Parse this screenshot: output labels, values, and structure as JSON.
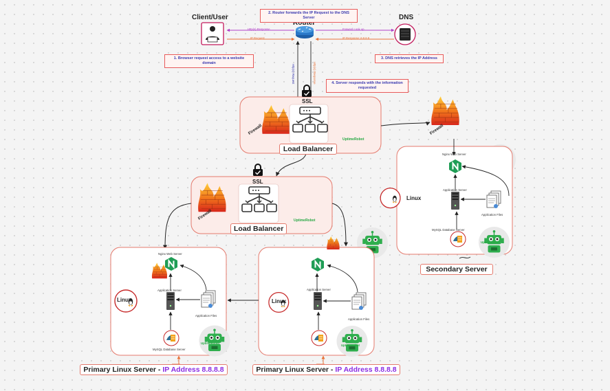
{
  "nodes": {
    "client": "Client/User",
    "router": "Router",
    "dns": "DNS",
    "ssl": "SSL",
    "load_balancer": "Load Balancer",
    "firewall": "Firewall",
    "uptime_robot": "UptimeRobot",
    "nginx": "Nginx Web Server",
    "app_server": "Application Server",
    "app_files": "Application Files",
    "mysql": "MySQL Database Server",
    "linux": "Linux"
  },
  "steps": {
    "step1": "1. Browser request access to a website domain",
    "step2": "2. Router forwards the IP Request to the DNS Server",
    "step3": "3. DNS retrieves the IP Address",
    "step4": "4. Server responds with the information requested"
  },
  "arrows": {
    "http_response": "Http(s) Response",
    "ip_request": "IP Request",
    "forward_look_up": "Forward Look up",
    "ip_response": "IP Response: 8.8.8.8",
    "http_request": "Http(s) Request",
    "http_response_v": "Http(s) Response"
  },
  "servers": {
    "primary_left": {
      "name": "Primary Linux Server - ",
      "ip": "IP Address 8.8.8.8"
    },
    "primary_right": {
      "name": "Primary Linux Server - ",
      "ip": "IP Address 8.8.8.8"
    },
    "secondary": {
      "name": "Secondary Server"
    }
  },
  "colors": {
    "border": "#e47a6d",
    "accent_purple": "#8a2be2",
    "arrow_orange": "#e8743b",
    "arrow_purple": "#b03fc7",
    "nginx_green": "#1f9d55",
    "robot_green": "#27a844"
  }
}
